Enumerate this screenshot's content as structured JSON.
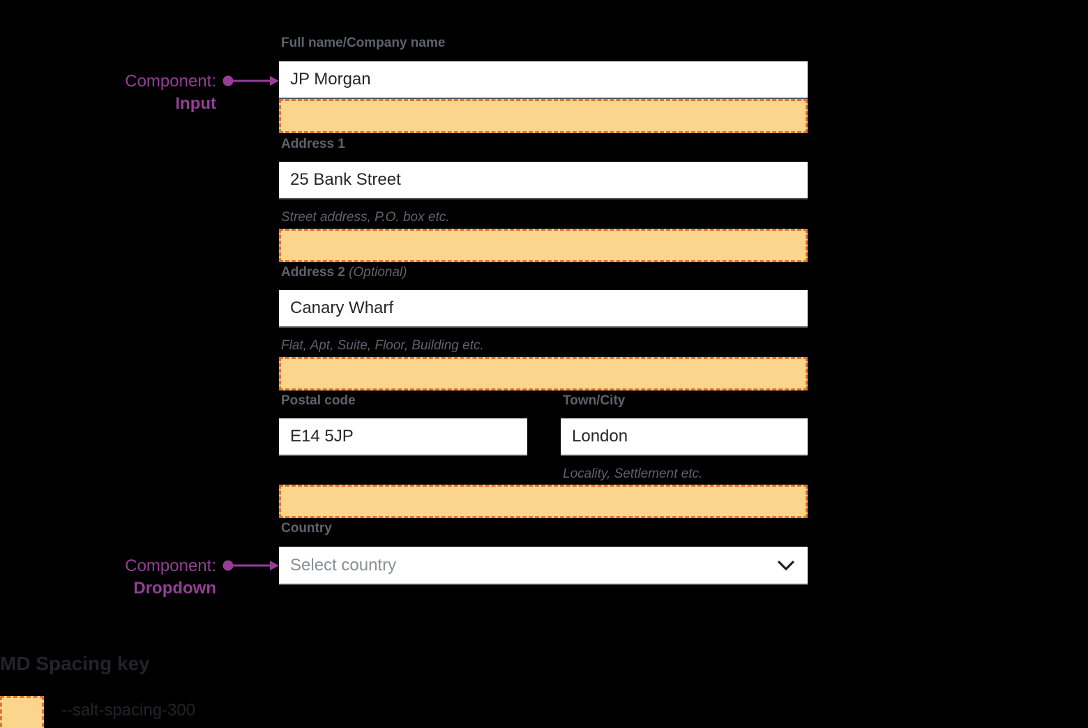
{
  "colors": {
    "bg": "#000000",
    "spacing_fill": "#fcd58d",
    "spacing_border": "#db7430",
    "purple": "#953e96",
    "label": "#5d636d",
    "text": "#26272b",
    "placeholder": "#8a8e96",
    "input_border": "#54565b",
    "legend_text": "#242428"
  },
  "annotations": [
    {
      "prefix": "Component:",
      "component": "Input"
    },
    {
      "prefix": "Component:",
      "component": "Dropdown"
    }
  ],
  "form": {
    "full_name": {
      "label": "Full name/Company name",
      "value": "JP Morgan"
    },
    "address1": {
      "label": "Address 1",
      "value": "25 Bank Street",
      "helper": "Street address, P.O. box etc."
    },
    "address2": {
      "label": "Address 2",
      "label_suffix": "(Optional)",
      "value": "Canary Wharf",
      "helper": "Flat, Apt, Suite, Floor, Building etc."
    },
    "postal_code": {
      "label": "Postal code",
      "value": "E14 5JP"
    },
    "town_city": {
      "label": "Town/City",
      "value": "London",
      "helper": "Locality, Settlement etc."
    },
    "country": {
      "label": "Country",
      "placeholder": "Select country"
    }
  },
  "legend": {
    "title": "MD Spacing key",
    "token": "--salt-spacing-300"
  }
}
